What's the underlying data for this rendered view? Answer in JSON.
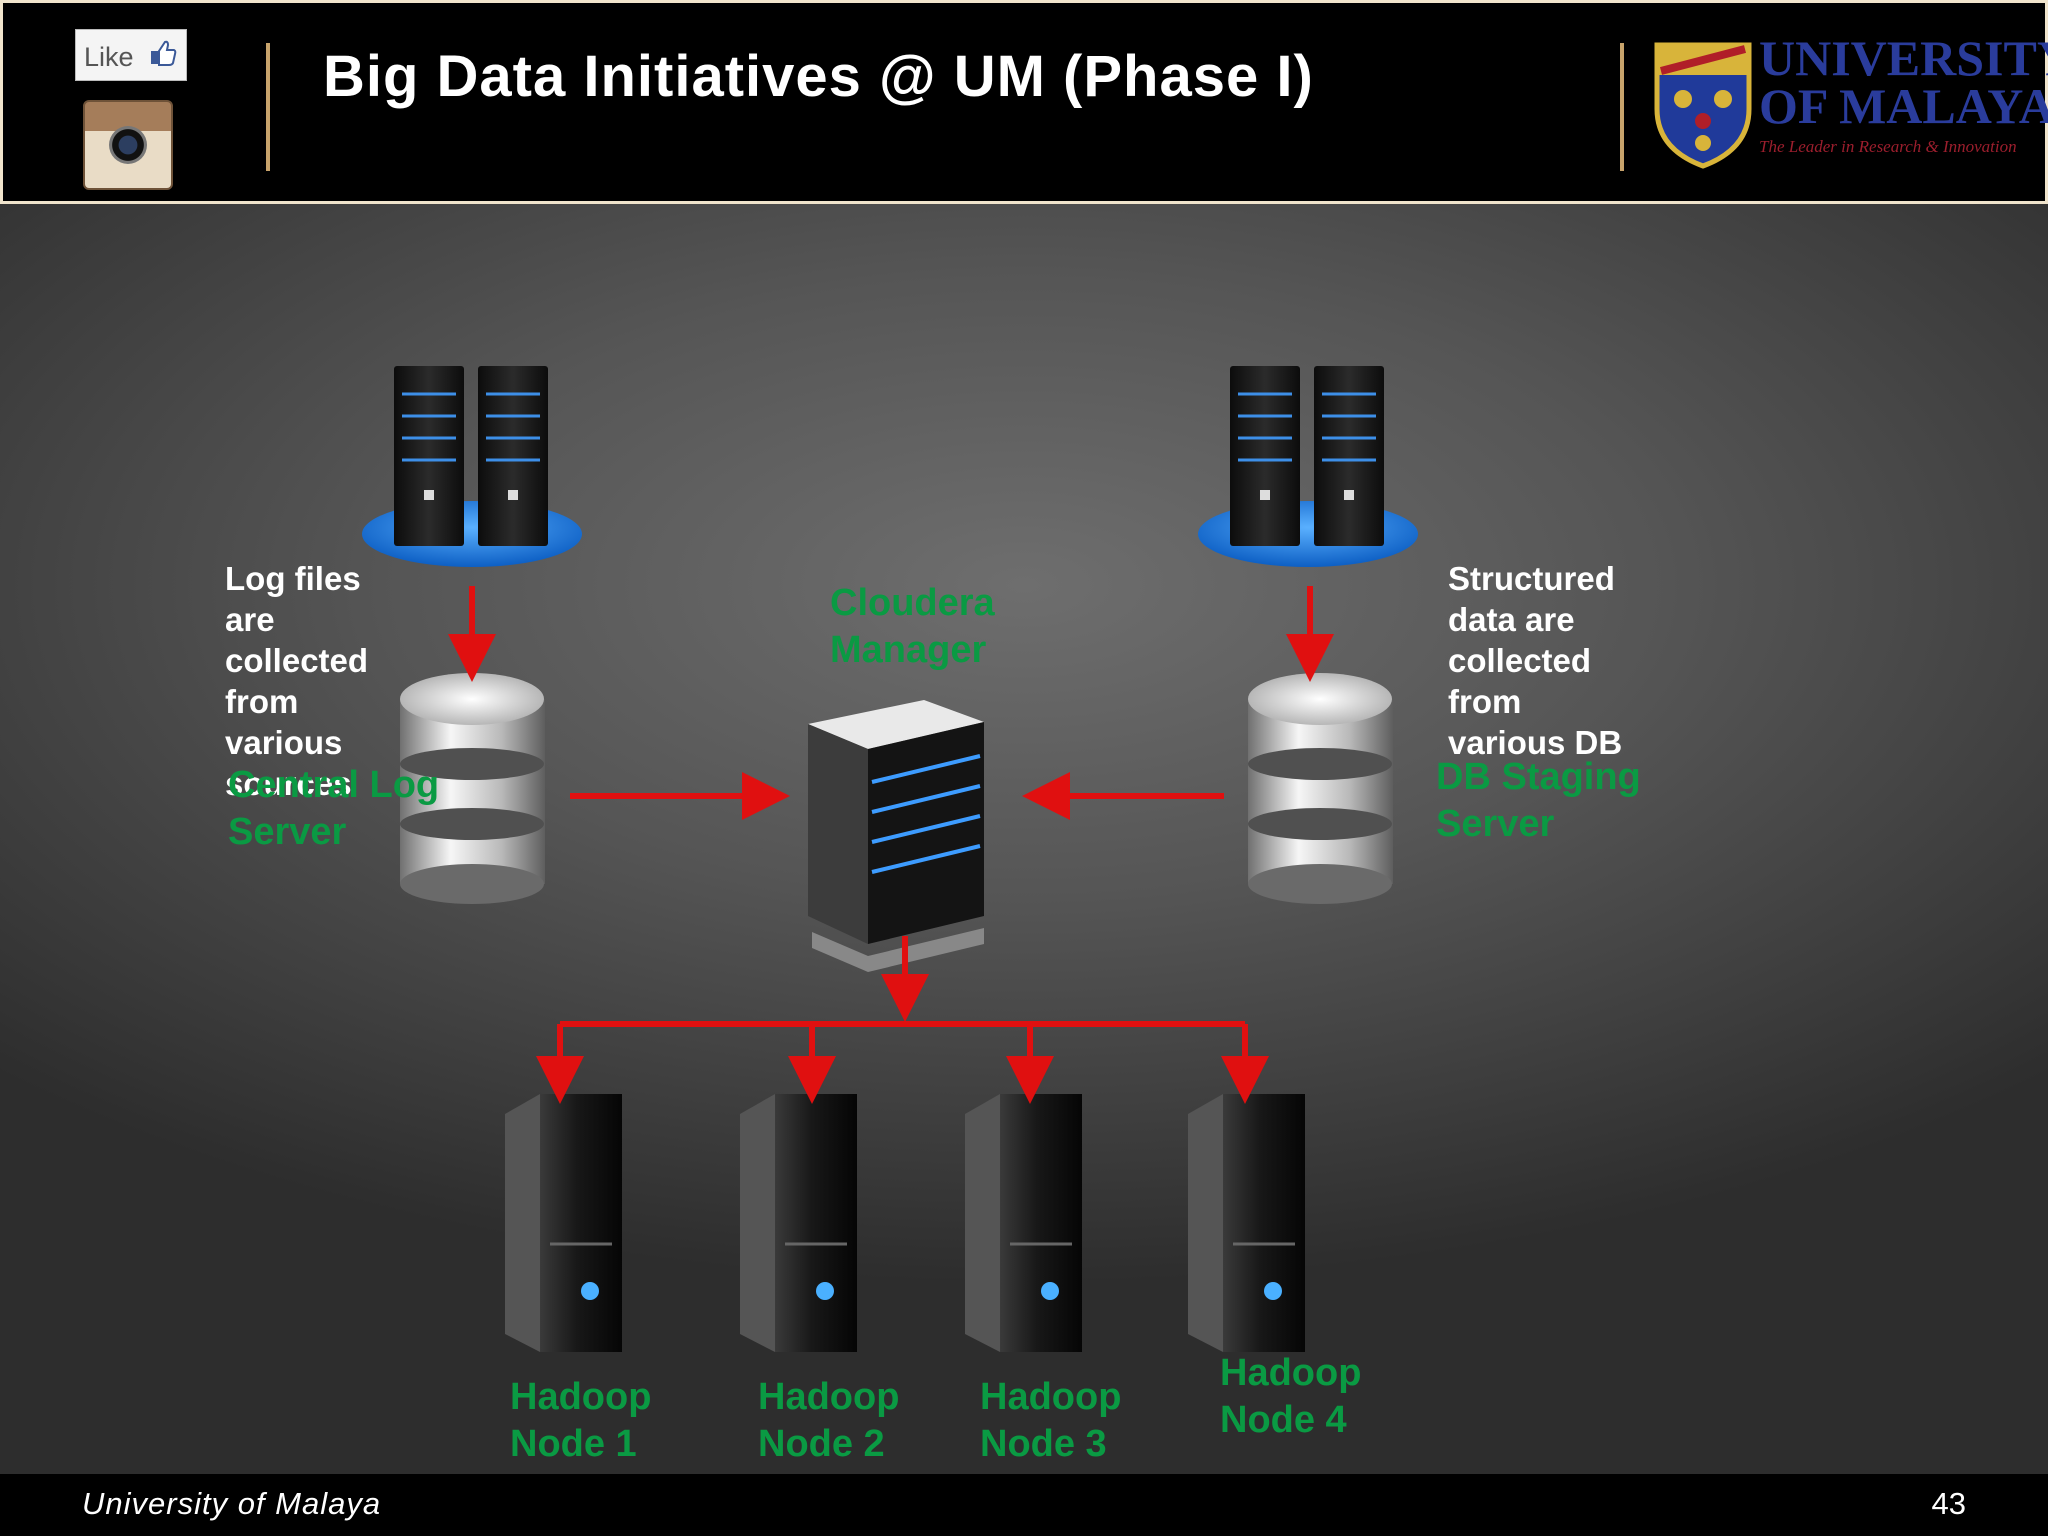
{
  "header": {
    "title": "Big Data Initiatives @ UM (Phase I)",
    "like_text": "Like",
    "logo": {
      "line1": "UNIVERSITY",
      "line2": "OF MALAYA",
      "tagline": "The Leader in Research & Innovation"
    }
  },
  "diagram": {
    "notes": {
      "left": "Log files\nare\ncollected\nfrom\nvarious\nsources",
      "right": "Structured\ndata are\ncollected\nfrom\nvarious DB"
    },
    "labels": {
      "manager": "Cloudera\nManager",
      "log_server": "Central Log\nServer",
      "db_server": "DB Staging\nServer",
      "node1": "Hadoop\nNode 1",
      "node2": "Hadoop\nNode 2",
      "node3": "Hadoop\nNode 3",
      "node4": "Hadoop\nNode 4"
    },
    "colors": {
      "arrow": "#e01010",
      "label": "#0a9a43",
      "note": "#ffffff",
      "platform": "#1e7fe0"
    }
  },
  "footer": {
    "text": "University of Malaya",
    "page_number": "43"
  }
}
